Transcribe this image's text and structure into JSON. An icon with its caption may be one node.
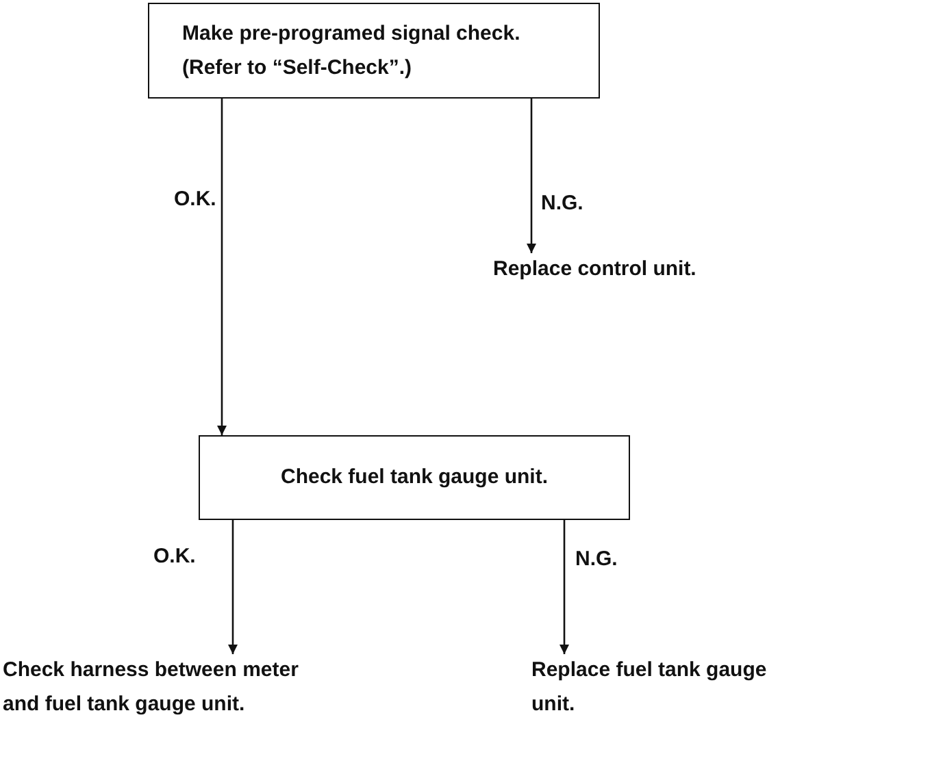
{
  "diagram": {
    "nodes": [
      {
        "text": [
          "Make pre-programed signal check. (Refer to “Self-Check”.)"
        ]
      },
      {
        "text": [
          "Replace control unit."
        ]
      },
      {
        "text": [
          "Check fuel tank gauge unit."
        ]
      },
      {
        "text": [
          "Check harness between meter and fuel tank gauge unit."
        ]
      },
      {
        "text": [
          "Replace fuel tank gauge unit."
        ]
      }
    ],
    "edges": [
      {
        "from": 0,
        "to": 2,
        "arrow": "to",
        "label": "O.K."
      },
      {
        "from": 0,
        "to": 1,
        "arrow": "to",
        "label": "N.G."
      },
      {
        "from": 2,
        "to": 3,
        "arrow": "to",
        "label": "O.K."
      },
      {
        "from": 2,
        "to": 4,
        "arrow": "to",
        "label": "N.G."
      }
    ]
  }
}
